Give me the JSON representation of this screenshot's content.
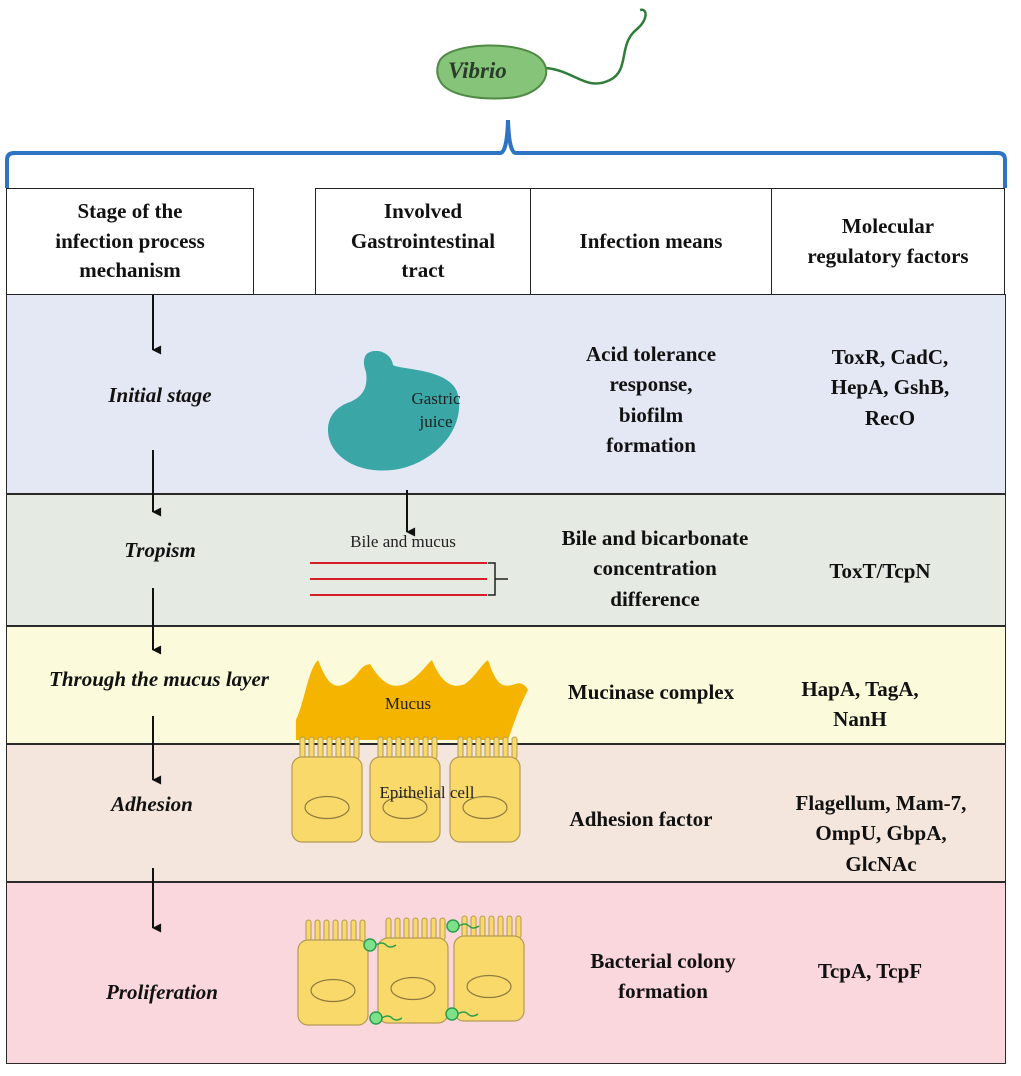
{
  "organism": "Vibrio",
  "headers": {
    "stage": "Stage of the\ninfection process\nmechanism",
    "tract": "Involved\nGastrointestinal\ntract",
    "means": "Infection means",
    "factors": "Molecular\nregulatory factors"
  },
  "labels": {
    "gastric": "Gastric\njuice",
    "bile": "Bile and mucus",
    "mucus": "Mucus",
    "epithelial": "Epithelial cell"
  },
  "rows": [
    {
      "stage": "Initial stage",
      "means": "Acid tolerance\nresponse,\nbiofilm\nformation",
      "factors": "ToxR, CadC,\nHepA, GshB,\nRecO",
      "color": "#e3e8f4"
    },
    {
      "stage": "Tropism",
      "means": "Bile and bicarbonate\nconcentration\ndifference",
      "factors": "ToxT/TcpN",
      "color": "#e5ebe2"
    },
    {
      "stage": "Through the mucus layer",
      "means": "Mucinase complex",
      "factors": "HapA, TagA,\nNanH",
      "color": "#fbfadb"
    },
    {
      "stage": "Adhesion",
      "means": "Adhesion factor",
      "factors": "Flagellum,  Mam-7,\nOmpU, GbpA,\nGlcNAc",
      "color": "#f4e6dd"
    },
    {
      "stage": "Proliferation",
      "means": "Bacterial colony\nformation",
      "factors": "TcpA, TcpF",
      "color": "#fad7dc"
    }
  ],
  "colors": {
    "bracket": "#2e74c4",
    "stomach": "#3aa6a6",
    "bacterium": "#86c47a",
    "mucus": "#f5b400",
    "cell": "#fad96b",
    "line_red": "#d81e28"
  }
}
